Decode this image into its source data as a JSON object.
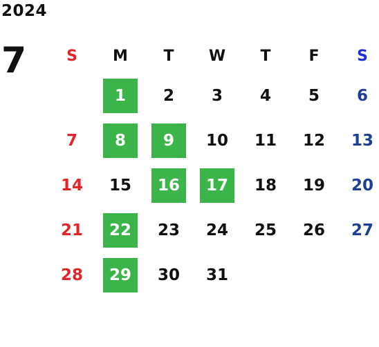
{
  "calendar": {
    "year": "2024",
    "month": "7",
    "weekdays": [
      "S",
      "M",
      "T",
      "W",
      "T",
      "F",
      "S"
    ],
    "weeks": [
      [
        "",
        "1",
        "2",
        "3",
        "4",
        "5",
        "6"
      ],
      [
        "7",
        "8",
        "9",
        "10",
        "11",
        "12",
        "13"
      ],
      [
        "14",
        "15",
        "16",
        "17",
        "18",
        "19",
        "20"
      ],
      [
        "21",
        "22",
        "23",
        "24",
        "25",
        "26",
        "27"
      ],
      [
        "28",
        "29",
        "30",
        "31",
        "",
        "",
        ""
      ]
    ],
    "highlighted_days": [
      "1",
      "8",
      "9",
      "16",
      "17",
      "22",
      "29"
    ],
    "colors": {
      "sunday": "#e0262b",
      "saturday": "#1f3f96",
      "saturday_header": "#1c2fd8",
      "highlight": "#3bb54a"
    }
  }
}
